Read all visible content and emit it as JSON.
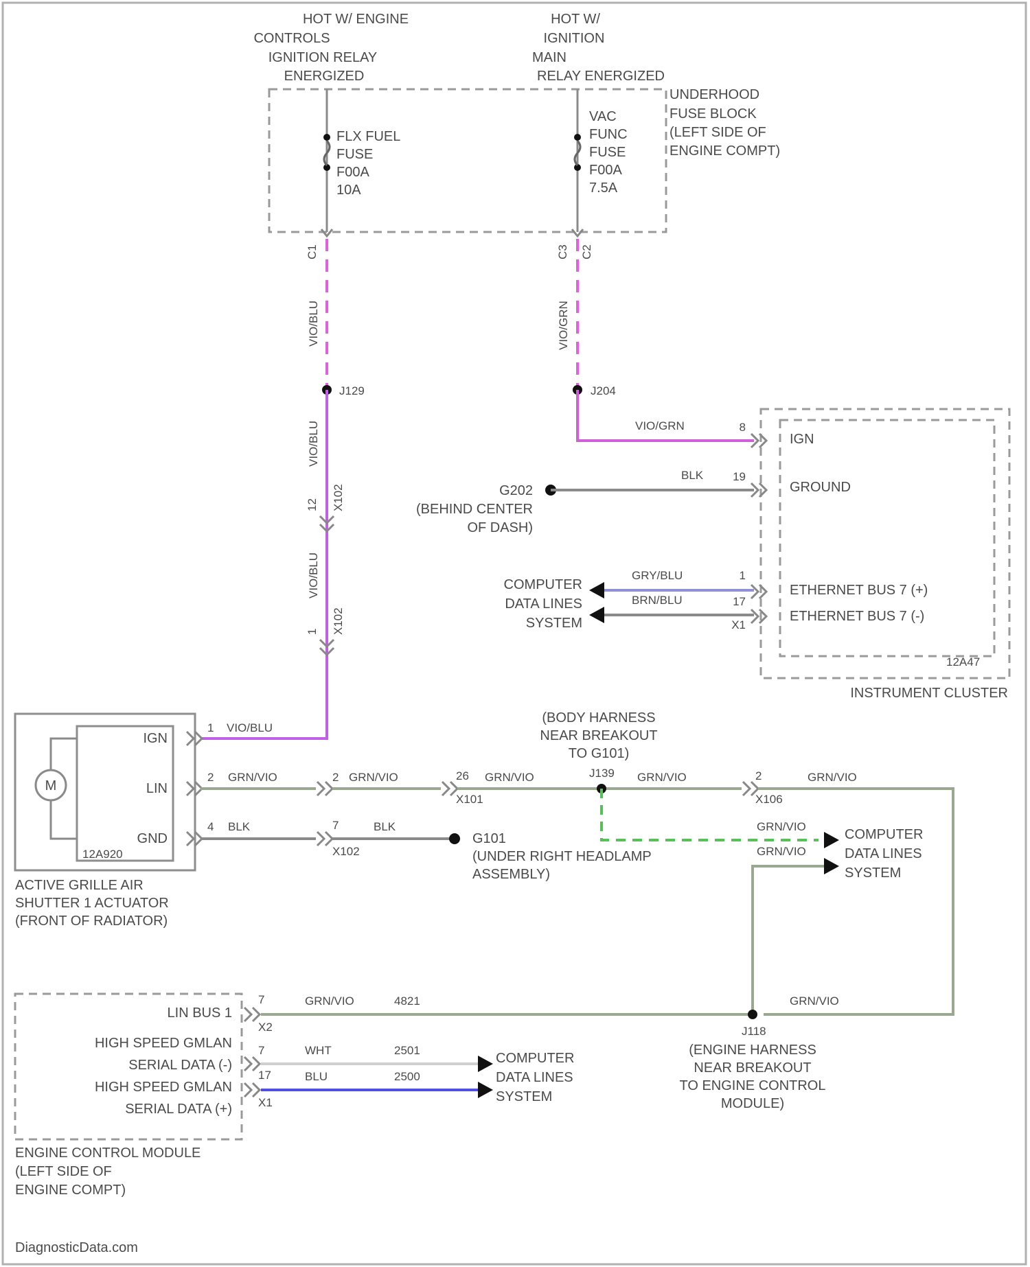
{
  "top_sources": {
    "left": [
      "HOT W/ ENGINE",
      "CONTROLS",
      "IGNITION RELAY",
      "ENERGIZED"
    ],
    "right": [
      "HOT W/",
      "IGNITION",
      "MAIN",
      "RELAY ENERGIZED"
    ]
  },
  "fuse_block": {
    "label": [
      "UNDERHOOD",
      "FUSE BLOCK",
      "(LEFT SIDE OF",
      "ENGINE COMPT)"
    ],
    "fuse_left": [
      "FLX FUEL",
      "FUSE",
      "F00A",
      "10A"
    ],
    "fuse_right": [
      "VAC",
      "FUNC",
      "FUSE",
      "F00A",
      "7.5A"
    ],
    "pin_left": "C1",
    "pin_right_a": "C3",
    "pin_right_b": "C2"
  },
  "wires": {
    "vio_blu": "VIO/BLU",
    "vio_grn": "VIO/GRN",
    "blk": "BLK",
    "gry_blu": "GRY/BLU",
    "brn_blu": "BRN/BLU",
    "grn_vio": "GRN/VIO",
    "wht": "WHT",
    "blu": "BLU"
  },
  "splices": {
    "j_left": "J129",
    "j_right": "J204",
    "j_body": "J139",
    "j_engine": "J118"
  },
  "inline_connectors": {
    "pin_12": "12",
    "x_left_a": "X102",
    "pin_1": "1",
    "x_left_b": "X102"
  },
  "instrument_cluster": {
    "title": "INSTRUMENT CLUSTER",
    "ref": "12A47",
    "pins": [
      {
        "num": "8",
        "label": "IGN"
      },
      {
        "num": "19",
        "label": "GROUND"
      },
      {
        "num": "1",
        "label": "ETHERNET BUS 7 (+)"
      },
      {
        "num": "17",
        "label": "ETHERNET BUS 7 (-)"
      }
    ],
    "conn": "X1"
  },
  "ground_g202": [
    "G202",
    "(BEHIND CENTER",
    "OF DASH)"
  ],
  "cds_label": [
    "COMPUTER",
    "DATA LINES",
    "SYSTEM"
  ],
  "actuator": {
    "pins": [
      "IGN",
      "LIN",
      "GND"
    ],
    "motor": "M",
    "ref": "12A920",
    "pin_nums": [
      "1",
      "2",
      "4"
    ],
    "label": [
      "ACTIVE GRILLE AIR",
      "SHUTTER 1 ACTUATOR",
      "(FRONT OF RADIATOR)"
    ]
  },
  "body_harness": [
    "(BODY HARNESS",
    "NEAR BREAKOUT",
    "TO G101)"
  ],
  "ground_g101": [
    "G101",
    "(UNDER RIGHT HEADLAMP",
    "ASSEMBLY)"
  ],
  "connector_labels": {
    "c_mid_a": "2",
    "c_mid_b": "7",
    "c_mid_x": "X102",
    "c_j_pin": "26",
    "c_j_conn": "X101",
    "c_right_pin": "2",
    "c_right_conn": "X106"
  },
  "engine_harness": [
    "(ENGINE HARNESS",
    "NEAR BREAKOUT",
    "TO ENGINE CONTROL",
    "MODULE)"
  ],
  "ecm": {
    "pins": [
      {
        "label": "LIN BUS 1",
        "num": "7"
      },
      {
        "label": [
          "HIGH SPEED GMLAN",
          "SERIAL DATA (-)"
        ],
        "num": "7"
      },
      {
        "label": [
          "HIGH SPEED GMLAN",
          "SERIAL DATA (+)"
        ],
        "num": "17"
      }
    ],
    "conn_a": "X2",
    "conn_b": "X1",
    "circuits": {
      "lin": "4821",
      "low": "2501",
      "high": "2500"
    },
    "label": [
      "ENGINE CONTROL MODULE",
      "(LEFT SIDE OF",
      "ENGINE COMPT)"
    ]
  },
  "watermark": "DiagnosticData.com",
  "colors": {
    "pink_dash": "#e060e0",
    "violet": "#c060e8",
    "green_grey": "#9aa890",
    "grey": "#8a8a8a",
    "blue": "#5050e0",
    "lavender": "#9090d8"
  }
}
